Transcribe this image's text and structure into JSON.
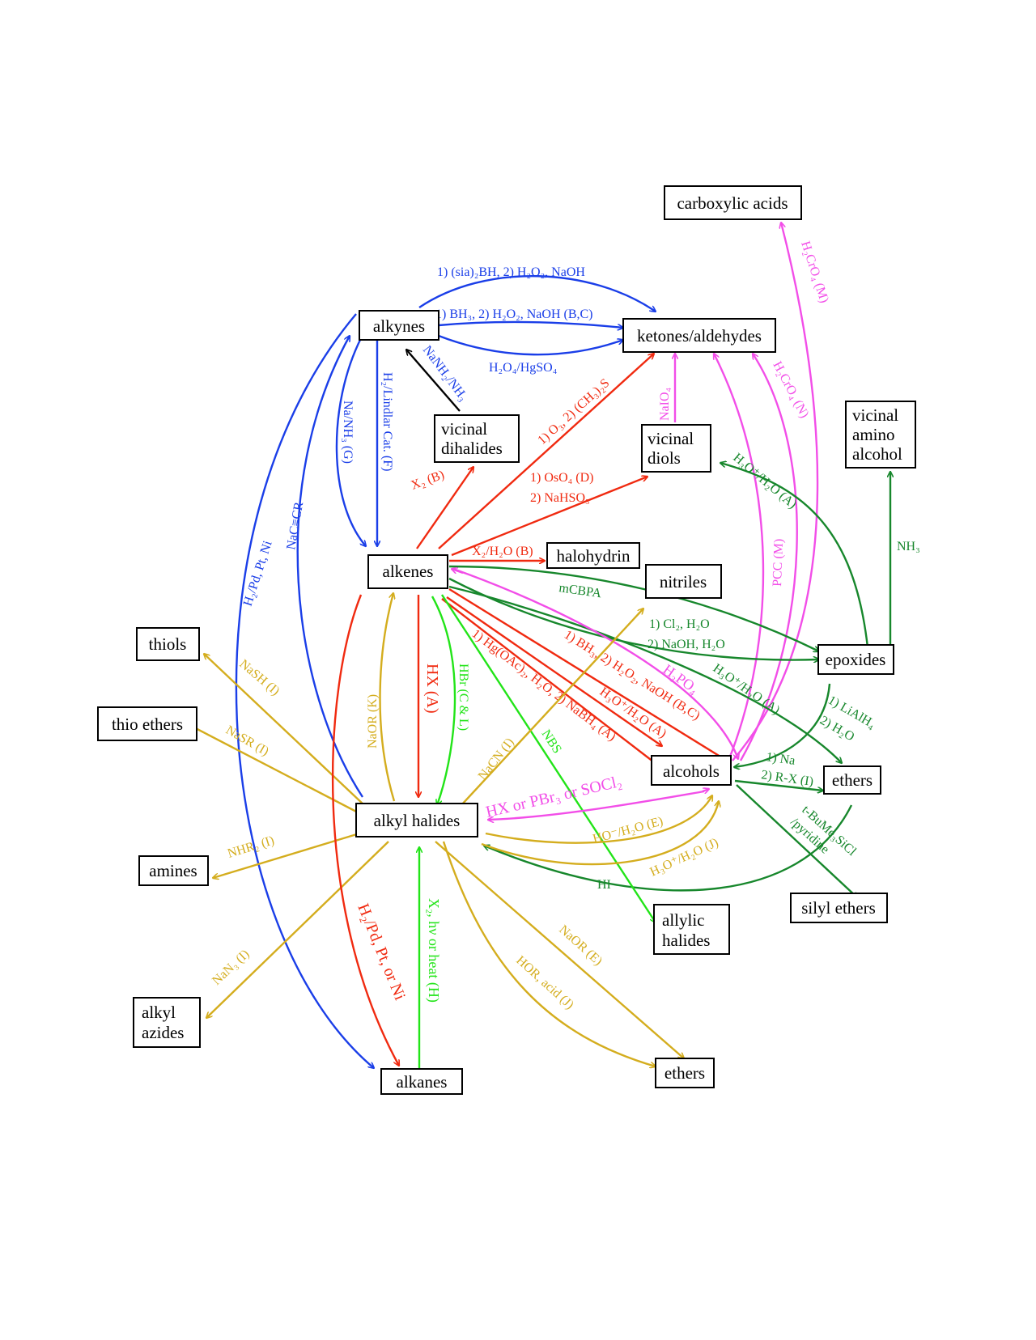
{
  "colors": {
    "blue": "#1a3ee8",
    "red": "#f02a10",
    "magenta": "#f24ee8",
    "green": "#17872c",
    "bright_green": "#22e418",
    "olive": "#d4ad1e",
    "black": "#000000"
  },
  "nodes": {
    "carboxylic_acids": "carboxylic acids",
    "alkynes": "alkynes",
    "ketones_aldehydes": "ketones/aldehydes",
    "vicinal_dihalides": [
      "vicinal",
      "dihalides"
    ],
    "vicinal_diols": [
      "vicinal",
      "diols"
    ],
    "vicinal_amino_alcohol": [
      "vicinal",
      "amino",
      "alcohol"
    ],
    "halohydrin": "halohydrin",
    "alkenes": "alkenes",
    "nitriles": "nitriles",
    "thiols": "thiols",
    "epoxides": "epoxides",
    "thio_ethers": "thio ethers",
    "alcohols": "alcohols",
    "ethers_right": "ethers",
    "alkyl_halides": "alkyl halides",
    "amines": "amines",
    "silyl_ethers": "silyl ethers",
    "allylic_halides": [
      "allylic",
      "halides"
    ],
    "alkyl_azides": [
      "alkyl",
      "azides"
    ],
    "alkanes": "alkanes",
    "ethers_bottom": "ethers"
  },
  "labels": {
    "sia2bh": "1) (sia)₂BH, 2) H₂O₂, NaOH",
    "bh3": "1) BH₃, 2) H₂O₂, NaOH (B,C)",
    "hgso4": "H₂O₄/HgSO₄",
    "nanh2": "NaNH₂/NH₃",
    "lindlar": "H₂/Lindlar Cat. (F)",
    "na_nh3": "Na/NH₃ (G)",
    "nacr": "NaC≡CR",
    "h2pd_ptni_blue": "H₂/Pd, Pt, Ni",
    "x2_b": "X₂ (B)",
    "ozonolysis": "1) O₃, 2) (CH₃)₂S",
    "oso4_1": "1) OsO₄ (D)",
    "oso4_2": "2) NaHSO₃",
    "naio4": "NaIO₄",
    "h2cro4_m": "H₂CrO₄ (M)",
    "h2cro4_n": "H₂CrO₄ (N)",
    "pcc": "PCC (M)",
    "x2h2o": "X₂/H₂O (B)",
    "mcpba": "mCBPA",
    "cl2_1": "1) Cl₂, H₂O",
    "cl2_2": "2) NaOH, H₂O",
    "h3o_diol": "H₃O⁺/H₂O (A)",
    "nh3": "NH₃",
    "h3o_ether": "H₃O⁺/H₂O (A)",
    "lialh4_1": "1) LiAlH₄",
    "lialh4_2": "2) H₂O",
    "na_1": "1) Na",
    "na_2": "2) R-X (I)",
    "silyl": "t-BuMe₃SiCl",
    "pyridine": "/pyridine",
    "h3po4": "H₃PO₄",
    "bh3_alc": "1) BH₃, 2) H₂O₂, NaOH (B,C)",
    "h3o_alc": "H₃O⁺/H₂O (A)",
    "hgoac": "1) Hg(OAc)₂, H₂O, 2) NaBH₄ (A)",
    "hx_a": "HX (A)",
    "hbr": "HBr (C & L)",
    "nbs": "NBS",
    "naor_k": "NaOR (K)",
    "nacn": "NaCN (I)",
    "nash": "NaSH (I)",
    "nasr": "NaSR (I)",
    "nhr2": "NHR₂ (I)",
    "nan3": "NaN₃ (I)",
    "hx_pbr3": "HX or PBr₃ or SOCl₂",
    "ho_h2o": "HO⁻/H₂O (E)",
    "h3o_j": "H₃O⁺/H₂O (J)",
    "hi": "HI",
    "h2pd_red": "H₂/Pd, Pt, or Ni",
    "x2_hv": "X₂, hν or heat (H)",
    "naor_e": "NaOR (E)",
    "hor_acid": "HOR, acid (J)"
  }
}
